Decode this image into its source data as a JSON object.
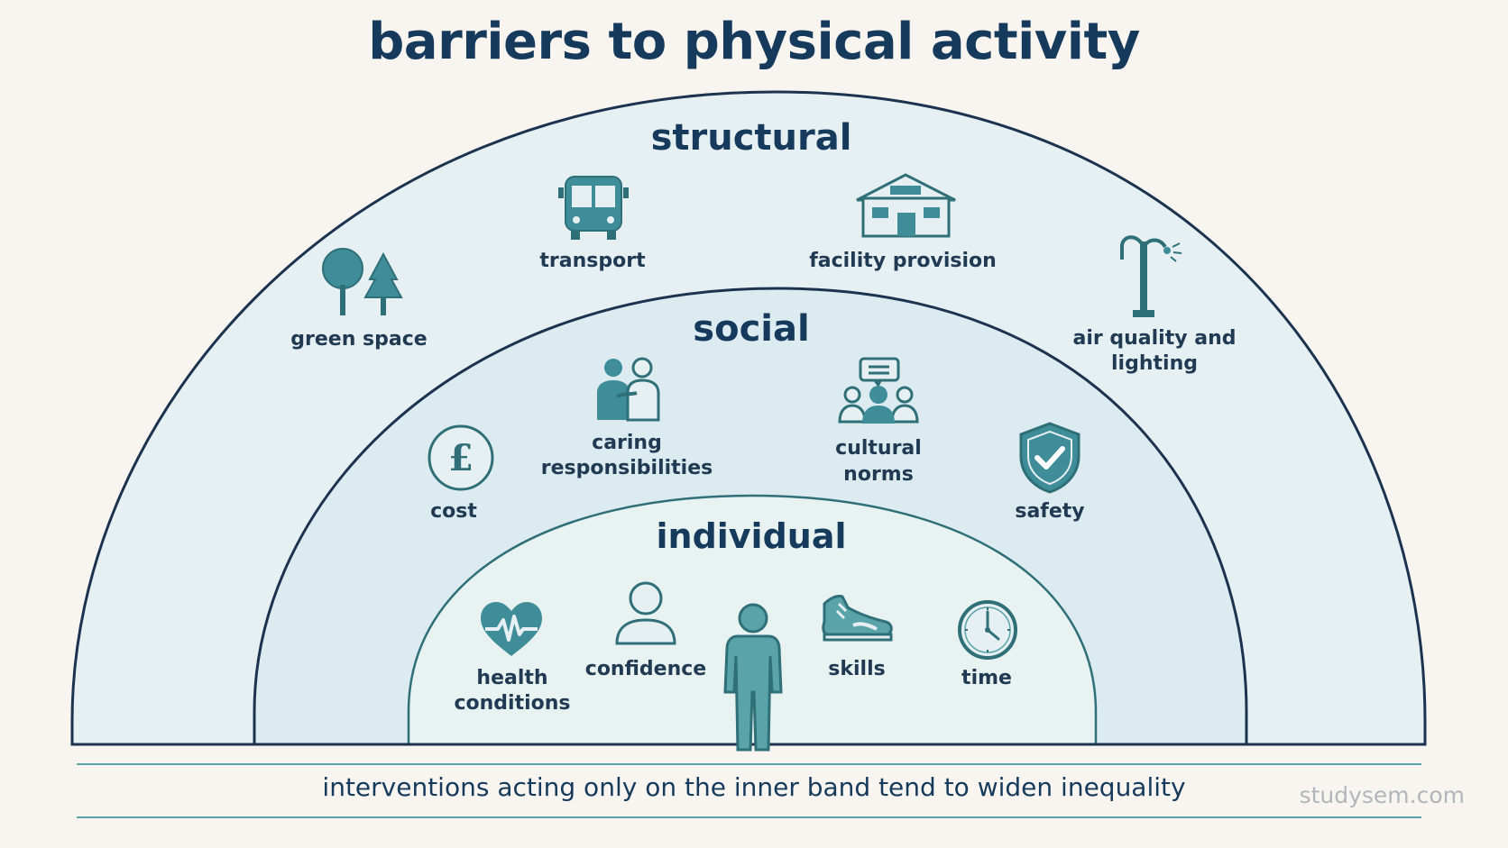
{
  "title": "barriers to physical activity",
  "bands": {
    "structural": "structural",
    "social": "social",
    "individual": "individual"
  },
  "structural_items": {
    "green_space": "green space",
    "transport": "transport",
    "facility_provision": "facility provision",
    "air_quality": [
      "air quality and",
      "lighting"
    ]
  },
  "social_items": {
    "cost": "cost",
    "caring": [
      "caring",
      "responsibilities"
    ],
    "cultural": [
      "cultural",
      "norms"
    ],
    "safety": "safety"
  },
  "individual_items": {
    "health": [
      "health",
      "conditions"
    ],
    "confidence": "confidence",
    "skills": "skills",
    "time": "time"
  },
  "footer": "interventions acting only on the inner band tend to widen inequality",
  "watermark": "studysem.com",
  "colors": {
    "outline": "#1c3350",
    "icon_teal": "#3e8d98",
    "band_outer": "#e6f0f3",
    "band_middle": "#dcebf0",
    "band_inner": "#e8f3f1"
  }
}
